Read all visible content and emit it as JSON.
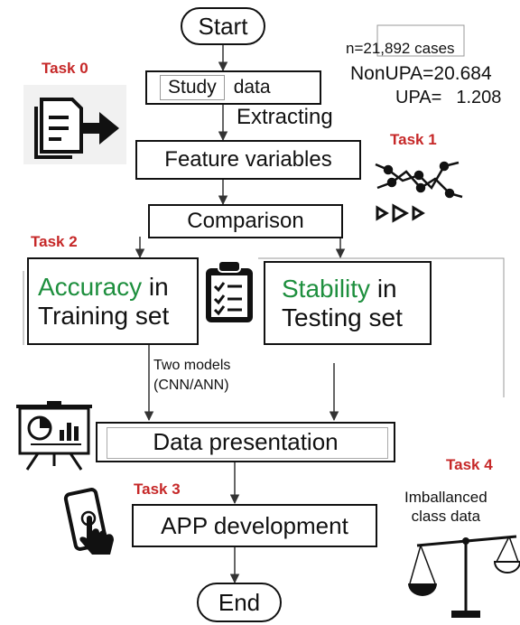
{
  "flow": {
    "start": "Start",
    "study": "Study",
    "data": "data",
    "extracting": "Extracting",
    "feature": "Feature variables",
    "comparison": "Comparison",
    "accuracy_word": "Accuracy",
    "accuracy_rest": " in",
    "training": "Training set",
    "stability_word": "Stability",
    "stability_rest": " in",
    "testing": "Testing set",
    "two_models_1": "Two models",
    "two_models_2": "(CNN/ANN)",
    "data_presentation": "Data presentation",
    "app_development": "APP development",
    "end": "End"
  },
  "stats": {
    "n_label": "n=",
    "n_value": "21,892 cases",
    "nonupa_label": "NonUPA",
    "nonupa_value": "=20.684",
    "upa_label": "UPA=",
    "upa_value": "1.208"
  },
  "tasks": {
    "t0": "Task 0",
    "t1": "Task 1",
    "t2": "Task 2",
    "t3": "Task 3",
    "t4": "Task 4"
  },
  "imbalanced": {
    "line1": "Imballanced",
    "line2": "class data"
  },
  "colors": {
    "accent_green": "#1e8f3e",
    "task_red": "#c62828",
    "stroke": "#111111"
  },
  "icons": [
    "document-export-icon",
    "line-graph-icon",
    "clipboard-checklist-icon",
    "presentation-board-icon",
    "smartphone-touch-icon",
    "balance-scale-icon"
  ]
}
